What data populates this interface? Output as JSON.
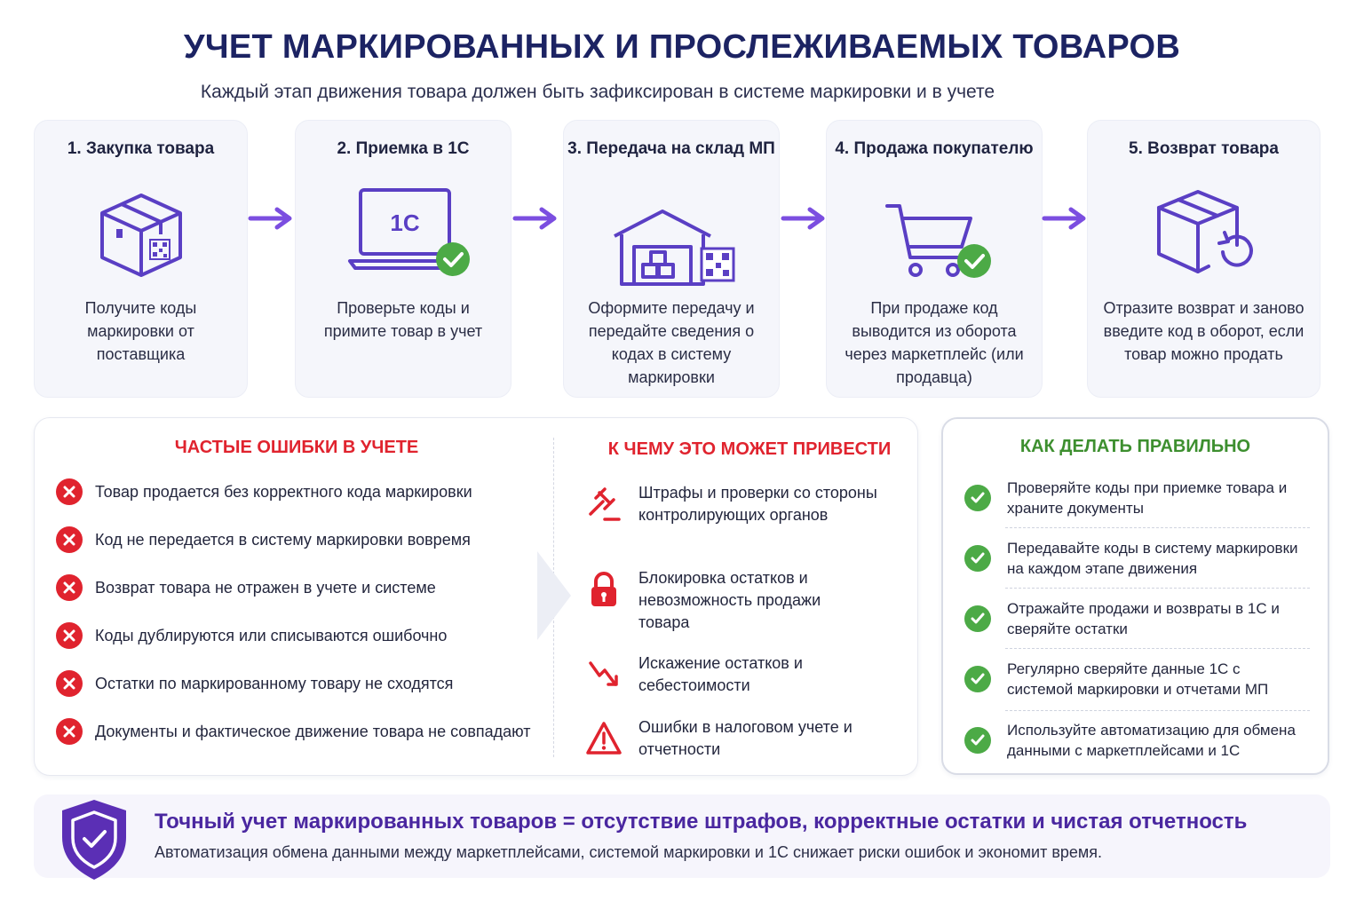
{
  "header": {
    "title": "УЧЕТ МАРКИРОВАННЫХ И ПРОСЛЕЖИВАЕМЫХ ТОВАРОВ",
    "subtitle": "Каждый этап движения товара должен быть зафиксирован в системе маркировки и в учете"
  },
  "steps": [
    {
      "title": "1. Закупка товара",
      "desc": "Получите коды маркировки от поставщика",
      "icon": "box-qr-icon"
    },
    {
      "title": "2. Приемка в 1С",
      "desc": "Проверьте коды и примите товар в учет",
      "icon": "laptop-1c-icon",
      "logo_text": "1С"
    },
    {
      "title": "3. Передача на склад МП",
      "desc": "Оформите передачу и передайте сведения о кодах в систему маркировки",
      "icon": "warehouse-icon"
    },
    {
      "title": "4. Продажа покупателю",
      "desc": "При продаже код выводится из оборота через маркетплейс (или продавца)",
      "icon": "cart-icon"
    },
    {
      "title": "5. Возврат товара",
      "desc": "Отразите возврат и заново введите код в оборот, если товар можно продать",
      "icon": "box-return-icon"
    }
  ],
  "errors": {
    "heading": "ЧАСТЫЕ ОШИБКИ В УЧЕТЕ",
    "items": [
      "Товар продается без корректного кода маркировки",
      "Код не передается в систему маркировки вовремя",
      "Возврат товара не отражен в учете и системе",
      "Коды дублируются или списываются ошибочно",
      "Остатки по маркированному товару не сходятся",
      "Документы и фактическое движение товара не совпадают"
    ]
  },
  "consequences": {
    "heading": "К ЧЕМУ ЭТО МОЖЕТ ПРИВЕСТИ",
    "items": [
      {
        "text": "Штрафы и проверки со стороны контролирующих органов",
        "icon": "gavel-icon"
      },
      {
        "text": "Блокировка остатков и невозможность продажи товара",
        "icon": "lock-icon"
      },
      {
        "text": "Искажение остатков и себестоимости",
        "icon": "trend-down-icon"
      },
      {
        "text": "Ошибки в налоговом учете и отчетности",
        "icon": "warning-icon"
      }
    ]
  },
  "best_practices": {
    "heading": "КАК ДЕЛАТЬ ПРАВИЛЬНО",
    "items": [
      "Проверяйте коды при приемке товара и храните документы",
      "Передавайте коды в систему маркировки на каждом этапе движения",
      "Отражайте продажи и возвраты в 1С и сверяйте остатки",
      "Регулярно сверяйте данные 1С с системой маркировки и отчетами МП",
      "Используйте автоматизацию для обмена данными с маркетплейсами и 1С"
    ]
  },
  "banner": {
    "main": "Точный учет маркированных товаров = отсутствие штрафов, корректные остатки и чистая отчетность",
    "sub": "Автоматизация обмена данными между маркетплейсами, системой маркировки и 1С снижает риски ошибок и экономит время."
  },
  "colors": {
    "title": "#1c2363",
    "accent_purple": "#6a3fd6",
    "error_red": "#e0232e",
    "success_green": "#4caa46",
    "best_heading_green": "#3d8f2f"
  }
}
